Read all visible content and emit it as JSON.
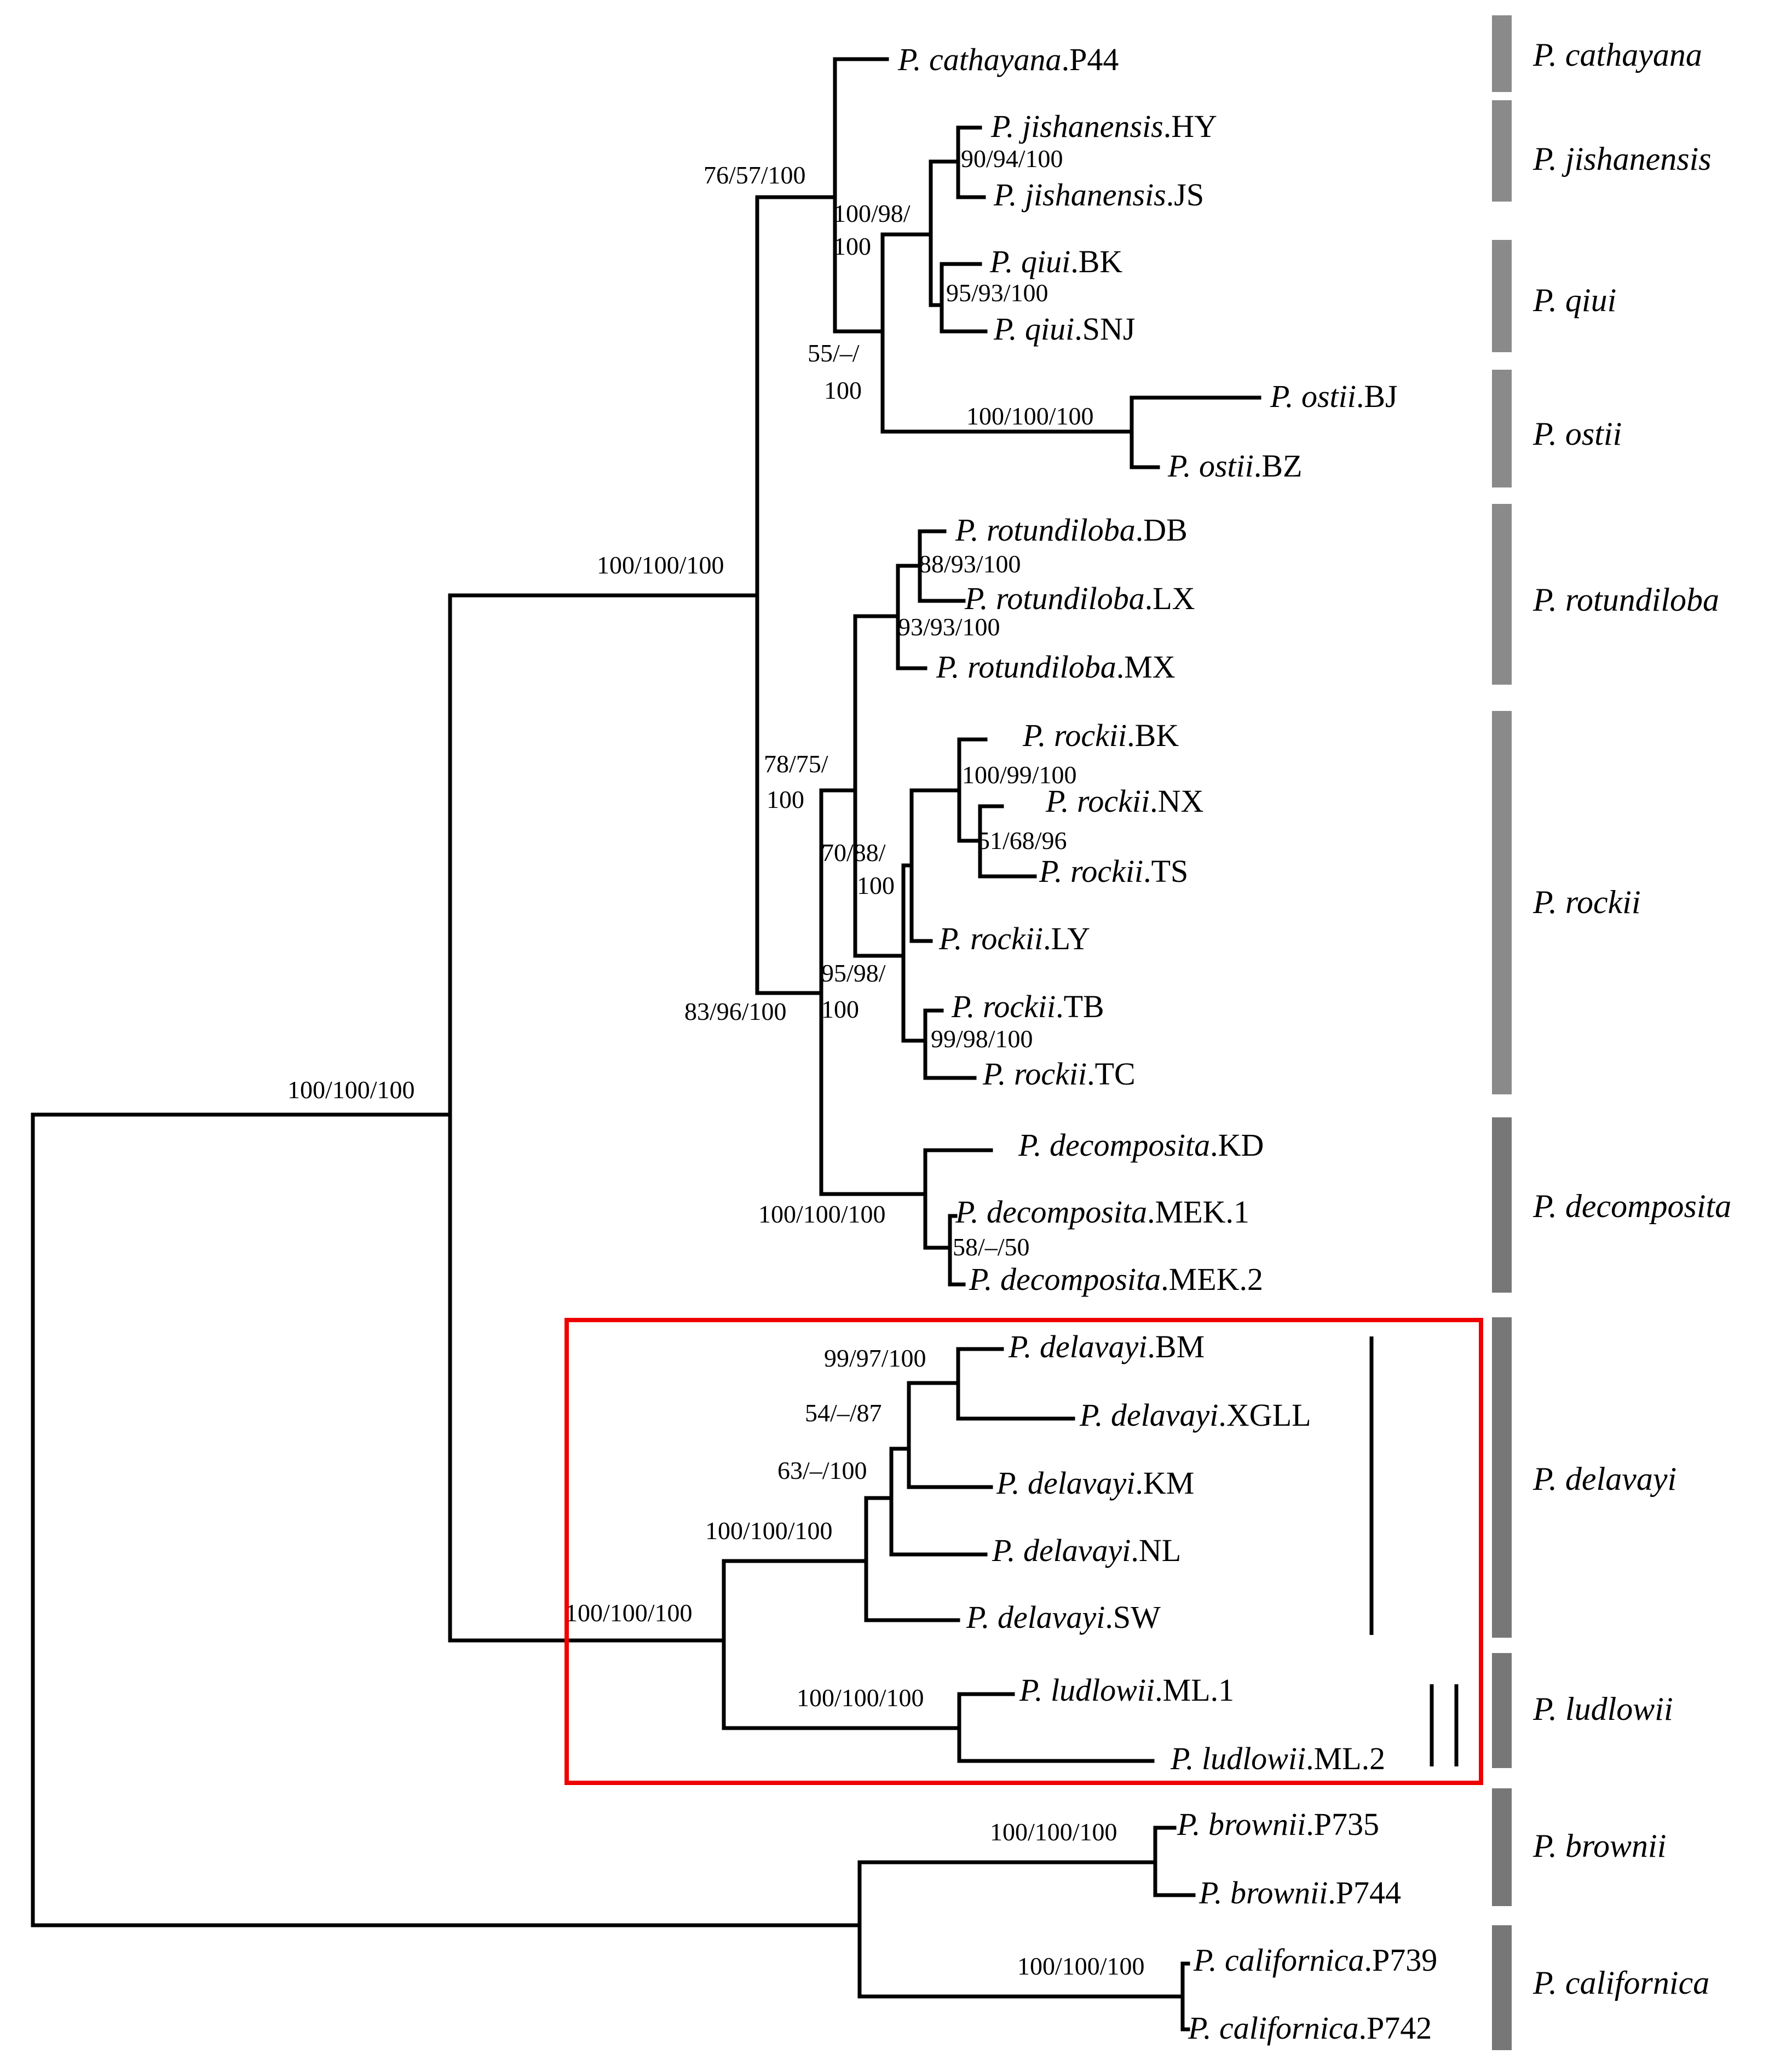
{
  "tips": {
    "cathayana_p44": {
      "species": "P. cathayana",
      "code": ".P44"
    },
    "jishanensis_hy": {
      "species": "P. jishanensis",
      "code": ".HY"
    },
    "jishanensis_js": {
      "species": "P. jishanensis",
      "code": ".JS"
    },
    "qiui_bk": {
      "species": "P. qiui",
      "code": ".BK"
    },
    "qiui_snj": {
      "species": "P. qiui",
      "code": ".SNJ"
    },
    "ostii_bj": {
      "species": "P. ostii",
      "code": ".BJ"
    },
    "ostii_bz": {
      "species": "P. ostii",
      "code": ".BZ"
    },
    "rotundiloba_db": {
      "species": "P. rotundiloba",
      "code": ".DB"
    },
    "rotundiloba_lx": {
      "species": "P. rotundiloba",
      "code": ".LX"
    },
    "rotundiloba_mx": {
      "species": "P. rotundiloba",
      "code": ".MX"
    },
    "rockii_bk": {
      "species": "P. rockii",
      "code": ".BK"
    },
    "rockii_nx": {
      "species": "P. rockii",
      "code": ".NX"
    },
    "rockii_ts": {
      "species": "P. rockii",
      "code": ".TS"
    },
    "rockii_ly": {
      "species": "P. rockii",
      "code": ".LY"
    },
    "rockii_tb": {
      "species": "P. rockii",
      "code": ".TB"
    },
    "rockii_tc": {
      "species": "P. rockii",
      "code": ".TC"
    },
    "decomposita_kd": {
      "species": "P. decomposita",
      "code": ".KD"
    },
    "decomposita_mek1": {
      "species": "P. decomposita",
      "code": ".MEK.1"
    },
    "decomposita_mek2": {
      "species": "P. decomposita",
      "code": ".MEK.2"
    },
    "delavayi_bm": {
      "species": "P. delavayi",
      "code": ".BM"
    },
    "delavayi_xgll": {
      "species": "P. delavayi",
      "code": ".XGLL"
    },
    "delavayi_km": {
      "species": "P. delavayi",
      "code": ".KM"
    },
    "delavayi_nl": {
      "species": "P. delavayi",
      "code": ".NL"
    },
    "delavayi_sw": {
      "species": "P. delavayi",
      "code": ".SW"
    },
    "ludlowii_ml1": {
      "species": "P. ludlowii",
      "code": ".ML.1"
    },
    "ludlowii_ml2": {
      "species": "P. ludlowii",
      "code": ".ML.2"
    },
    "brownii_p735": {
      "species": "P. brownii",
      "code": ".P735"
    },
    "brownii_p744": {
      "species": "P. brownii",
      "code": ".P744"
    },
    "californica_p739": {
      "species": "P. californica",
      "code": ".P739"
    },
    "californica_p742": {
      "species": "P. californica",
      "code": ".P742"
    }
  },
  "support": {
    "root": "100/100/100",
    "mouta_clade": "100/100/100",
    "cathayana_group": "76/57/100",
    "jq_clade_a": "100/98/",
    "jq_clade_b": "100",
    "jishanensis": "90/94/100",
    "qiui": "95/93/100",
    "jqo_clade_a": "55/–/",
    "jqo_clade_b": "100",
    "ostii": "100/100/100",
    "rotundiloba_pair": "88/93/100",
    "rotundiloba": "93/93/100",
    "rr_clade_a": "78/75/",
    "rr_clade_b": "100",
    "rockii_top": "100/99/100",
    "rockii_nxts": "51/68/96",
    "rockii_a": "70/88/",
    "rockii_b": "100",
    "rockii_c_a": "95/98/",
    "rockii_c_b": "100",
    "rockii_tbtc": "99/98/100",
    "rrd_clade": "83/96/100",
    "decomposita": "100/100/100",
    "decomposita_mek": "58/–/50",
    "delavayi_bmx": "99/97/100",
    "delavayi_bmxkm": "54/–/87",
    "delavayi_core": "63/–/100",
    "delavayi": "100/100/100",
    "delavayi_ludlowii": "100/100/100",
    "ludlowii": "100/100/100",
    "brownii": "100/100/100",
    "californica": "100/100/100"
  },
  "groups": {
    "cathayana": "P. cathayana",
    "jishanensis": "P. jishanensis",
    "qiui": "P. qiui",
    "ostii": "P. ostii",
    "rotundiloba": "P. rotundiloba",
    "rockii": "P. rockii",
    "decomposita": "P. decomposita",
    "delavayi": "P. delavayi",
    "ludlowii": "P. ludlowii",
    "brownii": "P. brownii",
    "californica": "P. californica"
  },
  "colors": {
    "branch": "#000000",
    "group_bar": "#8a8a8a",
    "highlight_box": "#ee0000"
  }
}
